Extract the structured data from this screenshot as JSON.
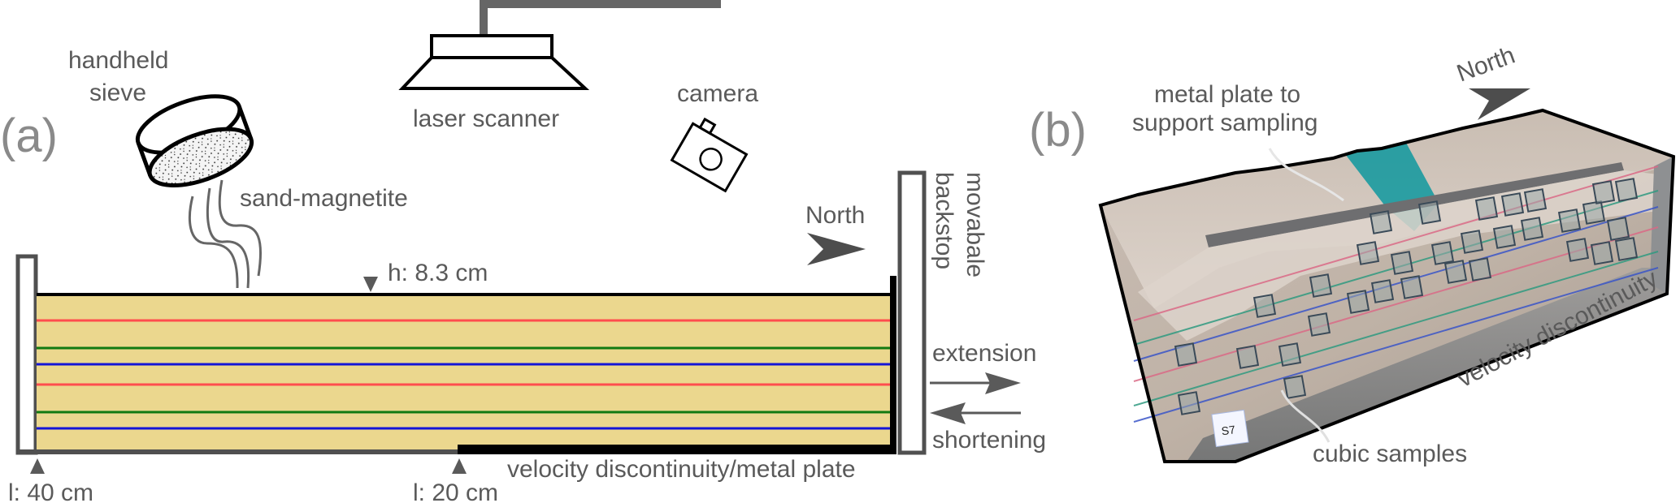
{
  "panel_a": {
    "label": "(a)",
    "sieve_label_line1": "handheld",
    "sieve_label_line2": "sieve",
    "sand_label": "sand-magnetite",
    "scanner_label": "laser scanner",
    "camera_label": "camera",
    "north_label": "North",
    "backstop_label_line1": "movabale",
    "backstop_label_line2": "backstop",
    "height_label": "h: 8.3 cm",
    "extension_label": "extension",
    "shortening_label": "shortening",
    "plate_label": "velocity discontinuity/metal plate",
    "length_40_label": "l: 40 cm",
    "length_20_label": "l: 20 cm",
    "layers": [
      {
        "color": "red"
      },
      {
        "color": "green"
      },
      {
        "color": "blue"
      },
      {
        "color": "red"
      },
      {
        "color": "green"
      },
      {
        "color": "blue"
      }
    ],
    "colors": {
      "sand": "#ebd78e",
      "red": "#ff4d4d",
      "green": "#117a11",
      "blue": "#1414d8",
      "frame": "#505050"
    }
  },
  "panel_b": {
    "label": "(b)",
    "north_label": "North",
    "metal_plate_label_line1": "metal plate to",
    "metal_plate_label_line2": "support sampling",
    "cubic_samples_label": "cubic samples",
    "discontinuity_label": "velocity discontinuity",
    "sample_tag": "S7"
  }
}
